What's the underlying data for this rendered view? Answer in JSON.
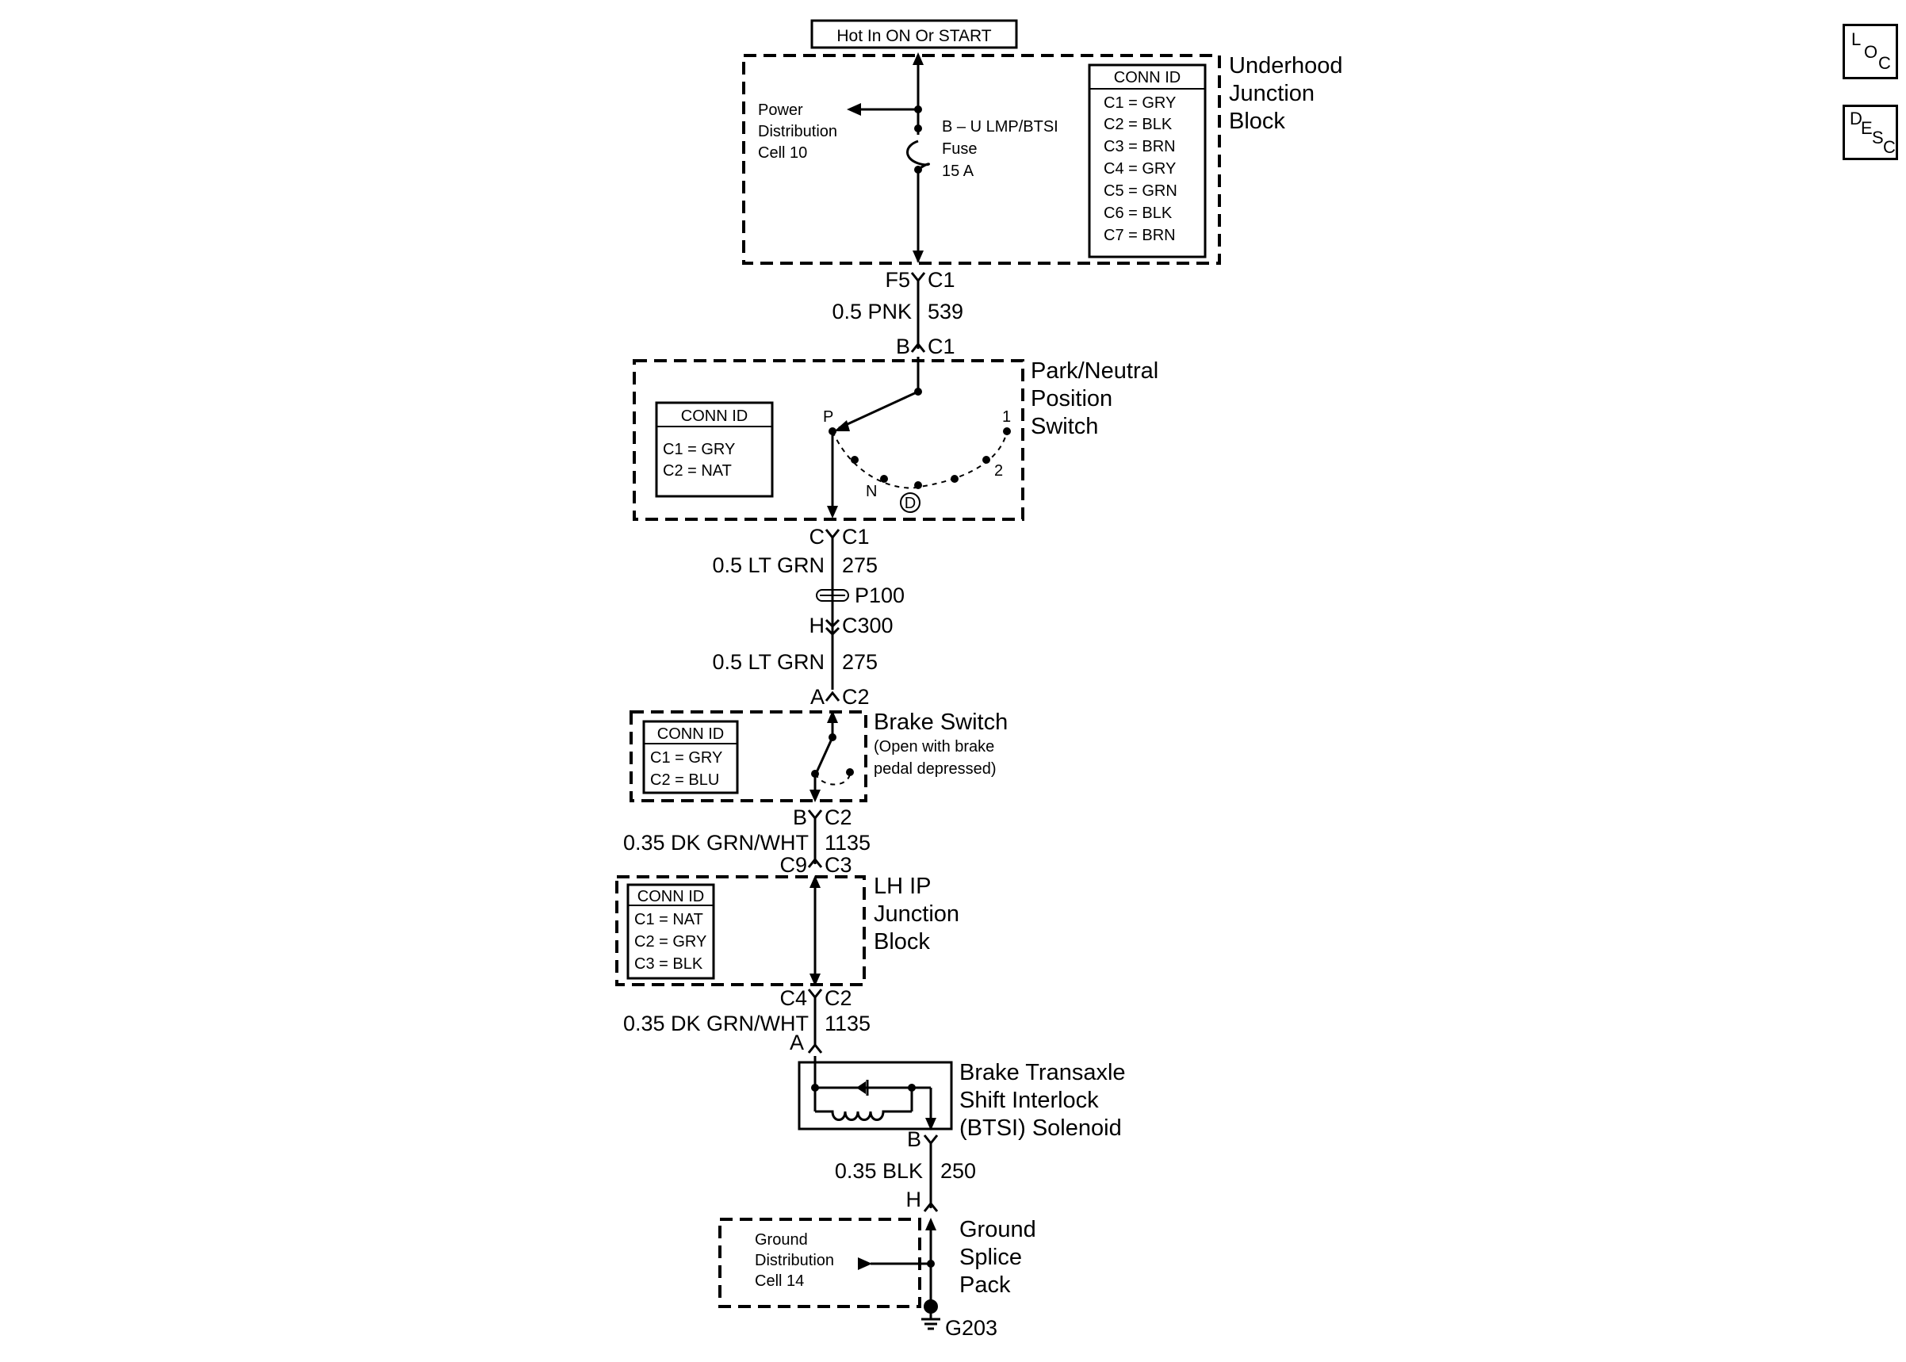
{
  "hot_label": "Hot In ON Or START",
  "underhood": {
    "title": [
      "Underhood",
      "Junction",
      "Block"
    ],
    "power_label": [
      "Power",
      "Distribution",
      "Cell 10"
    ],
    "fuse_label": [
      "B – U LMP/BTSI",
      "Fuse",
      "15 A"
    ],
    "conn_id_title": "CONN ID",
    "conn_ids": [
      "C1 = GRY",
      "C2 = BLK",
      "C3 = BRN",
      "C4 = GRY",
      "C5 = GRN",
      "C6 = BLK",
      "C7 = BRN"
    ]
  },
  "wire1": {
    "pin_left": "F5",
    "pin_right": "C1",
    "gauge_color": "0.5 PNK",
    "circuit": "539"
  },
  "pnp": {
    "pin_left": "B",
    "pin_right": "C1",
    "title": [
      "Park/Neutral",
      "Position",
      "Switch"
    ],
    "conn_id_title": "CONN ID",
    "conn_ids": [
      "C1 = GRY",
      "C2 = NAT"
    ],
    "pos_p": "P",
    "pos_n": "N",
    "pos_d": "D",
    "pos_2": "2",
    "pos_1": "1"
  },
  "wire2": {
    "pin_left": "C",
    "pin_right": "C1",
    "gauge_color": "0.5  LT GRN",
    "circuit": "275",
    "passthrough": "P100",
    "conn_left": "H",
    "conn_right": "C300",
    "gauge_color2": "0.5  LT GRN",
    "circuit2": "275"
  },
  "brake_switch": {
    "pin_left": "A",
    "pin_right": "C2",
    "title": "Brake Switch",
    "note": [
      "(Open with brake",
      "pedal depressed)"
    ],
    "conn_id_title": "CONN ID",
    "conn_ids": [
      "C1 = GRY",
      "C2 = BLU"
    ]
  },
  "wire3": {
    "pin_left": "B",
    "pin_right": "C2",
    "gauge_color": "0.35 DK GRN/WHT",
    "circuit": "1135"
  },
  "lh_ip": {
    "pin_left": "C9",
    "pin_right": "C3",
    "title": [
      "LH IP",
      "Junction",
      "Block"
    ],
    "conn_id_title": "CONN ID",
    "conn_ids": [
      "C1 = NAT",
      "C2 = GRY",
      "C3 = BLK"
    ]
  },
  "wire4": {
    "pin_left": "C4",
    "pin_right": "C2",
    "gauge_color": "0.35 DK GRN/WHT",
    "circuit": "1135"
  },
  "btsi": {
    "pin_top": "A",
    "pin_bottom": "B",
    "title": [
      "Brake Transaxle",
      "Shift Interlock",
      "(BTSI) Solenoid"
    ]
  },
  "wire5": {
    "gauge_color": "0.35 BLK",
    "circuit": "250"
  },
  "ground_splice": {
    "pin": "H",
    "title": [
      "Ground",
      "Splice",
      "Pack"
    ],
    "dist_label": [
      "Ground",
      "Distribution",
      "Cell 14"
    ],
    "ground_id": "G203"
  },
  "nav": {
    "loc": [
      "L",
      "O",
      "C"
    ],
    "desc": [
      "D",
      "E",
      "S",
      "C"
    ]
  }
}
